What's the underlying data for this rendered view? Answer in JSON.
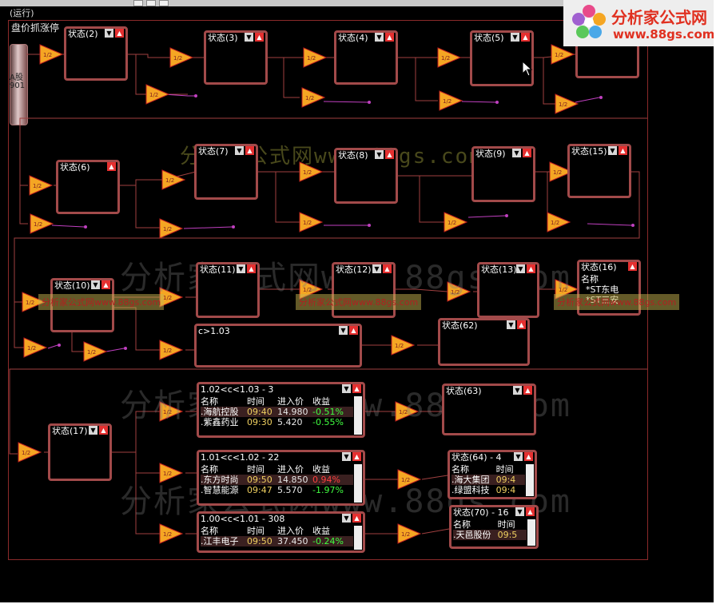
{
  "window": {
    "status": "(运行)",
    "panel_title": "盘价抓涨停",
    "pipe_label": "A股\n901"
  },
  "logo": {
    "name": "分析家公式网",
    "url": "www.88gs.com"
  },
  "watermarks": {
    "big": "分析家公式网www.88gs.com",
    "small": "分析家公式网www.88gs.com"
  },
  "boxes": {
    "s2": "状态(2)",
    "s3": "状态(3)",
    "s4": "状态(4)",
    "s5": "状态(5)",
    "s6": "状态(6)",
    "s7": "状态(7)",
    "s8": "状态(8)",
    "s9": "状态(9)",
    "s15": "状态(15)",
    "s10": "状态(10)",
    "s11": "状态(11)",
    "s12": "状态(12)",
    "s13": "状态(13)",
    "s16": "状态(16)",
    "c103": "c>1.03",
    "s62": "状态(62)",
    "s17": "状态(17)",
    "s63": "状态(63)"
  },
  "s16_table": {
    "header": "名称",
    "rows": [
      "*ST东电",
      "*ST三安"
    ]
  },
  "table_a": {
    "title": "1.02<c<1.03 - 3",
    "headers": [
      "名称",
      "时间",
      "进入价",
      "收益"
    ],
    "rows": [
      {
        "name": ".海航控股",
        "time": "09:40",
        "price": "14.980",
        "gain": "-0.51%"
      },
      {
        "name": ".紫鑫药业",
        "time": "09:30",
        "price": "5.420",
        "gain": "-0.55%"
      }
    ]
  },
  "table_b": {
    "title": "1.01<c<1.02 - 22",
    "headers": [
      "名称",
      "时间",
      "进入价",
      "收益"
    ],
    "rows": [
      {
        "name": ".东方时尚",
        "time": "09:50",
        "price": "14.850",
        "gain": "0.94%"
      },
      {
        "name": ".智慧能源",
        "time": "09:47",
        "price": "5.570",
        "gain": "-1.97%"
      }
    ]
  },
  "table_c": {
    "title": "1.00<c<1.01 - 308",
    "headers": [
      "名称",
      "时间",
      "进入价",
      "收益"
    ],
    "rows": [
      {
        "name": ".江丰电子",
        "time": "09:50",
        "price": "37.450",
        "gain": "-0.24%"
      }
    ]
  },
  "table_d": {
    "title": "状态(64) - 4",
    "headers": [
      "名称",
      "时间"
    ],
    "rows": [
      {
        "name": ".海大集团",
        "time": "09:4"
      },
      {
        "name": ".绿盟科技",
        "time": "09:4"
      }
    ]
  },
  "table_e": {
    "title": "状态(70) - 16",
    "headers": [
      "名称",
      "时间"
    ],
    "rows": [
      {
        "name": ".天邑股份",
        "time": "09:5"
      }
    ]
  },
  "node_label": "1/2",
  "colors": {
    "border": "#a24a4a",
    "wire": "#a04040",
    "node": "#f5a623",
    "pink": "#d040d0"
  }
}
